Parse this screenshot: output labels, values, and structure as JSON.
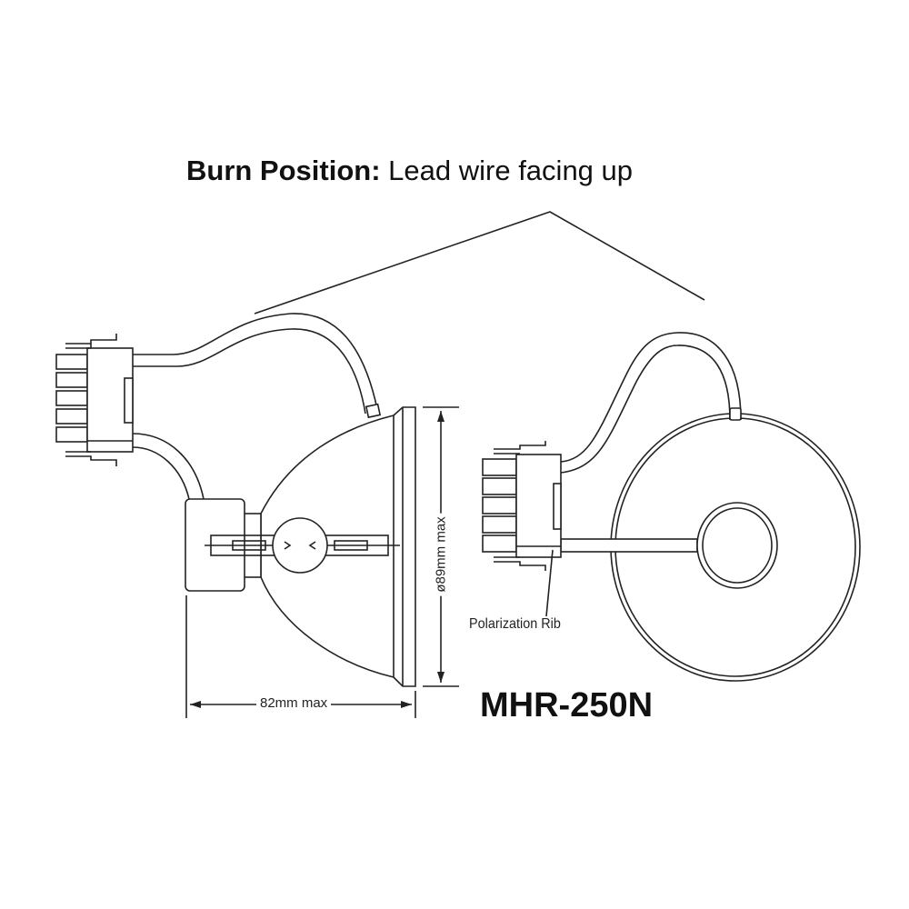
{
  "title": {
    "bold": "Burn Position:",
    "rest": "Lead wire facing up"
  },
  "model": "MHR-250N",
  "labels": {
    "polarization_rib": "Polarization Rib",
    "width_dim": "82mm max",
    "diameter_dim": "ø89mm max"
  }
}
